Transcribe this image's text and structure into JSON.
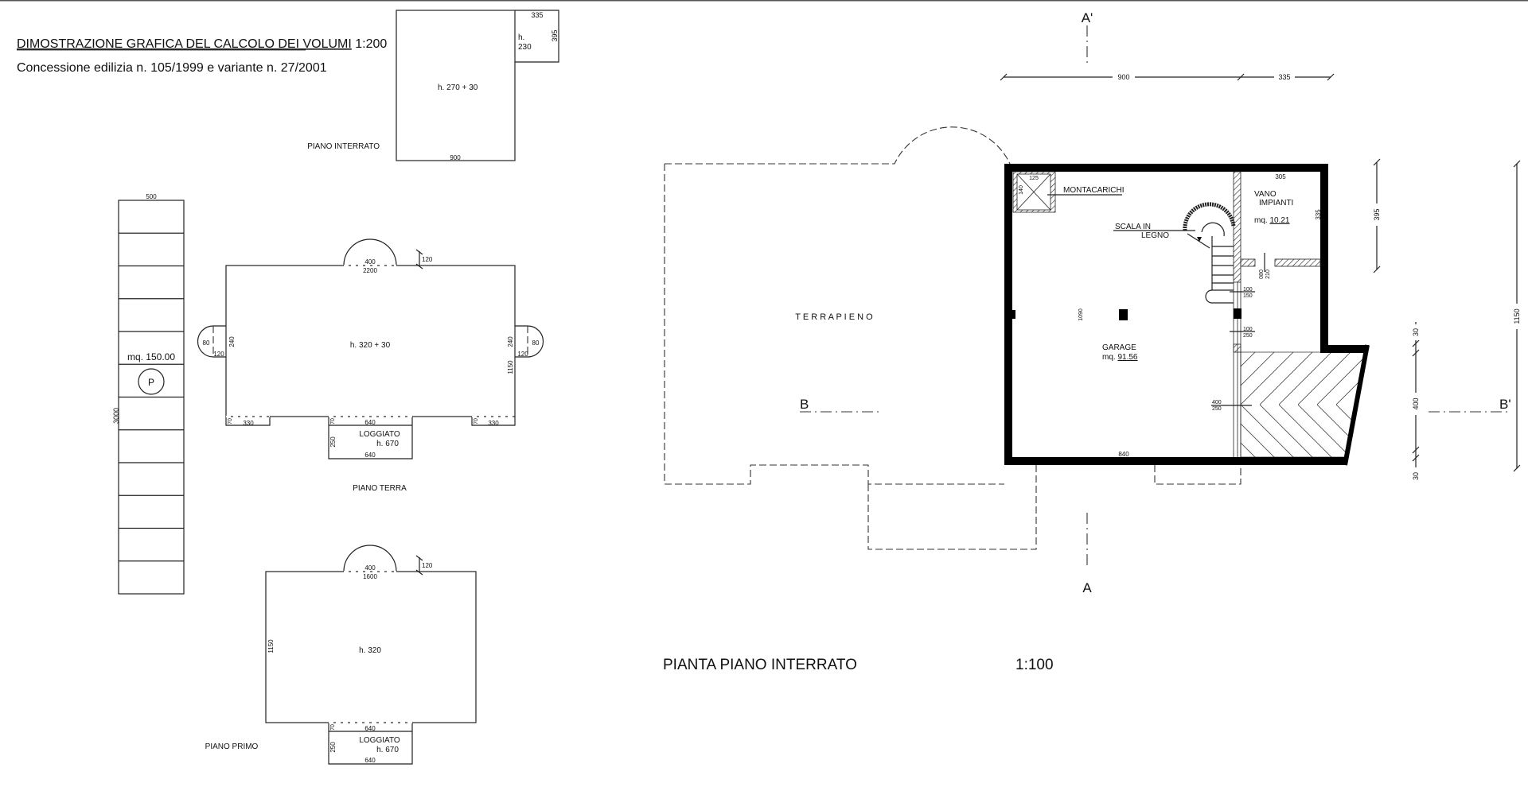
{
  "header": {
    "title": "DIMOSTRAZIONE GRAFICA DEL CALCOLO DEI VOLUMI",
    "scale": "1:200",
    "subtitle": "Concessione edilizia n. 105/1999 e variante n. 27/2001"
  },
  "piano_interrato": {
    "label": "PIANO INTERRATO",
    "height": "h. 270 + 30",
    "width": "900",
    "annex_width": "335",
    "annex_depth": "395",
    "annex_h1": "h.",
    "annex_h2": "230"
  },
  "parking": {
    "width": "500",
    "length": "3000",
    "area": "mq. 150.00",
    "symbol": "P"
  },
  "piano_terra": {
    "label": "PIANO TERRA",
    "height": "h. 320 + 30",
    "arc_width": "400",
    "length": "2200",
    "arc_depth": "120",
    "side_80": "80",
    "side_240": "240",
    "side_120": "120",
    "depth": "1150",
    "bay_70": "70",
    "bay_330": "330",
    "loggia_width": "640",
    "loggia_depth": "250",
    "loggia_label": "LOGGIATO",
    "loggia_height": "h. 670"
  },
  "piano_primo": {
    "label": "PIANO PRIMO",
    "height": "h. 320",
    "arc_width": "400",
    "length": "1600",
    "arc_depth": "120",
    "depth": "1150",
    "loggia_70": "70",
    "loggia_width": "640",
    "loggia_depth": "250",
    "loggia_label": "LOGGIATO",
    "loggia_height": "h. 670"
  },
  "plan": {
    "title": "PIANTA PIANO INTERRATO",
    "scale": "1:100",
    "terrapieno": "T E R R A P I E N O",
    "section_a": "A",
    "section_a_prime": "A'",
    "section_b": "B",
    "section_b_prime": "B'",
    "dim_900": "900",
    "dim_335": "335",
    "dim_395": "395",
    "dim_1150": "1150",
    "dim_30a": "30",
    "dim_400": "400",
    "dim_30b": "30",
    "montacarichi": "MONTACARICHI",
    "mont_125": "125",
    "mont_140": "140",
    "scala_1": "SCALA IN",
    "scala_2": "LEGNO",
    "vano_1": "VANO",
    "vano_2": "IMPIANTI",
    "vano_mq": "mq.",
    "vano_area": "10.21",
    "vano_305": "305",
    "vano_335": "335",
    "door_1": "080",
    "door_2": "210",
    "op1_a": "100",
    "op1_b": "150",
    "op2_a": "100",
    "op2_b": "250",
    "op3_a": "400",
    "op3_b": "250",
    "garage": "GARAGE",
    "garage_mq": "mq.",
    "garage_area": "91.56",
    "dim_1090": "1090",
    "dim_840": "840"
  }
}
